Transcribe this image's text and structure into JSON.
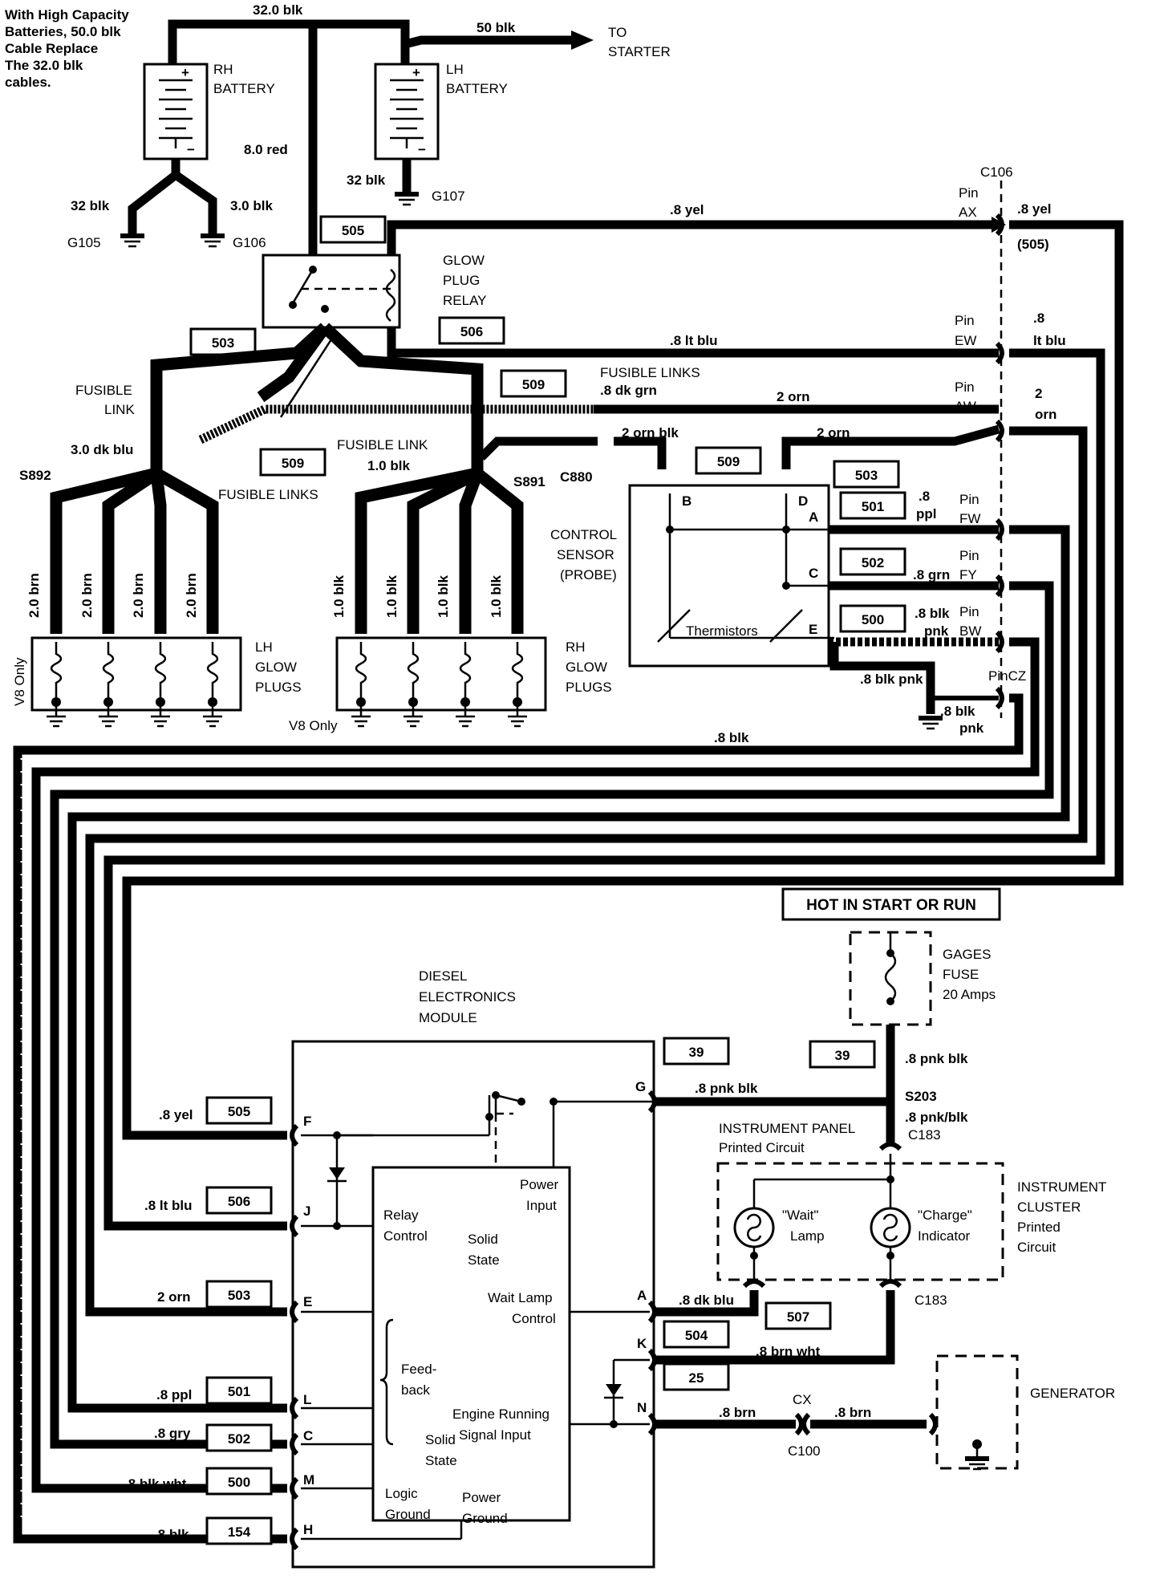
{
  "note": [
    "With High Capacity",
    "Batteries, 50.0 blk",
    "Cable Replace",
    "The 32.0 blk",
    "cables."
  ],
  "batteries": {
    "rh": [
      "RH",
      "BATTERY"
    ],
    "lh": [
      "LH",
      "BATTERY"
    ]
  },
  "to_starter": [
    "TO",
    "STARTER"
  ],
  "wires": {
    "w32blk_top": "32.0 blk",
    "w50blk": "50 blk",
    "w8red": "8.0 red",
    "w32blk_left": "32 blk",
    "w3blk": "3.0 blk",
    "w32blk_lh": "32 blk",
    "w8yel_top": ".8 yel",
    "w8yel_right": ".8 yel",
    "w8ltblu_mid": ".8 lt blu",
    "w8ltblu_right": [
      ".8",
      "lt blu"
    ],
    "w8dkgrn": ".8 dk grn",
    "w2orn_mid": "2 orn",
    "w2orn_right": [
      "2",
      "orn"
    ],
    "w2ornblk": "2 orn blk",
    "w2orn_sensor": "2 orn",
    "w3dkblu": "3.0 dk blu",
    "w1blk": "1.0 blk",
    "w8ppl": [
      ".8",
      "ppl"
    ],
    "w8grnfy": ".8 grn",
    "w8blkpnk_b": [
      ".8 blk",
      "pnk"
    ],
    "w8blkpnk_c": ".8 blk pnk",
    "w8blkpnk_g": [
      ".8 blk",
      "pnk"
    ],
    "w8blk_h": ".8 blk",
    "w8pnkblk_fuse": ".8 pnk blk",
    "w8pnkblk_g": ".8 pnk blk",
    "w8pnkblk_s203": ".8 pnk/blk",
    "w8dkblu": ".8 dk blu",
    "w8brnwht": ".8 brn wht",
    "w8brn_n": ".8 brn",
    "w8brn_gen": ".8 brn",
    "w8yel_f": ".8 yel",
    "w8ltblu_j": ".8 lt blu",
    "w2orn_e": "2 orn",
    "w8ppl_l": ".8 ppl",
    "w8gry_c": ".8 gry",
    "w8blkwht_m": ".8 blk wht",
    "w8blk_hmod": ".8 blk",
    "w2brn": "2.0 brn",
    "w1blk_plug": "1.0 blk"
  },
  "grounds": {
    "g105": "G105",
    "g106": "G106",
    "g107": "G107"
  },
  "circuits": {
    "c505_top": "505",
    "c506_top": "506",
    "c503_top": "503",
    "c509_a": "509",
    "c509_b": "509",
    "c509_c": "509",
    "c503_sens": "503",
    "c501": "501",
    "c502": "502",
    "c500": "500",
    "c505_paren": "(505)",
    "c39_mod": "39",
    "c39_fuse": "39",
    "c505_mod": "505",
    "c506_mod": "506",
    "c503_mod": "503",
    "c501_mod": "501",
    "c502_mod": "502",
    "c500_mod": "500",
    "c154_mod": "154",
    "c507": "507",
    "c504": "504",
    "c25": "25"
  },
  "relay": [
    "GLOW",
    "PLUG",
    "RELAY"
  ],
  "fusible": {
    "left": [
      "FUSIBLE",
      "LINK"
    ],
    "mid": "FUSIBLE  LINK",
    "links": "FUSIBLE LINKS",
    "top": "FUSIBLE LINKS"
  },
  "splices": {
    "s892": "S892",
    "s891": "S891",
    "c880": "C880",
    "s203": "S203"
  },
  "sensor": {
    "title": [
      "CONTROL",
      "SENSOR",
      "(PROBE)"
    ],
    "pins": [
      "B",
      "D",
      "A",
      "C",
      "E"
    ],
    "thermistors": "Thermistors"
  },
  "connector": {
    "c106": "C106",
    "pin_ax": [
      "Pin",
      "AX"
    ],
    "pin_ew": [
      "Pin",
      "EW"
    ],
    "pin_aw": [
      "Pin",
      "AW"
    ],
    "pin_fw": [
      "Pin",
      "FW"
    ],
    "pin_fy": [
      "Pin",
      "FY"
    ],
    "pin_bw": [
      "Pin",
      "BW"
    ],
    "pin_cz": "PinCZ"
  },
  "glow_plugs": {
    "lh": [
      "LH",
      "GLOW",
      "PLUGS"
    ],
    "rh": [
      "RH",
      "GLOW",
      "PLUGS"
    ],
    "v8_left": "V8 Only",
    "v8_mid": "V8 Only"
  },
  "hot_label": "HOT IN START OR RUN",
  "fuse": [
    "GAGES",
    "FUSE",
    "20 Amps"
  ],
  "module": {
    "title": [
      "DIESEL",
      "ELECTRONICS",
      "MODULE"
    ],
    "pins_left": [
      "F",
      "J",
      "E",
      "L",
      "C",
      "M",
      "H"
    ],
    "pins_right": [
      "G",
      "A",
      "K",
      "N"
    ],
    "relay_control": [
      "Relay",
      "Control"
    ],
    "solid_state_1": [
      "Solid",
      "State"
    ],
    "power_input": [
      "Power",
      "Input"
    ],
    "wait_lamp_control": [
      "Wait Lamp",
      "Control"
    ],
    "feedback": [
      "Feed-",
      "back"
    ],
    "engine_running": [
      "Engine Running",
      "Signal Input"
    ],
    "solid_state_2": [
      "Solid",
      "State"
    ],
    "logic_ground": [
      "Logic",
      "Ground"
    ],
    "power_ground": [
      "Power",
      "Ground"
    ]
  },
  "instrument_panel": [
    "INSTRUMENT PANEL",
    "Printed Circuit"
  ],
  "c183_top": "C183",
  "c183_bot": "C183",
  "wait_lamp": [
    "\"Wait\"",
    "Lamp"
  ],
  "charge_indicator": [
    "\"Charge\"",
    "Indicator"
  ],
  "instrument_cluster": [
    "INSTRUMENT",
    "CLUSTER",
    "Printed",
    "Circuit"
  ],
  "cx": "CX",
  "c100": "C100",
  "generator": "GENERATOR"
}
